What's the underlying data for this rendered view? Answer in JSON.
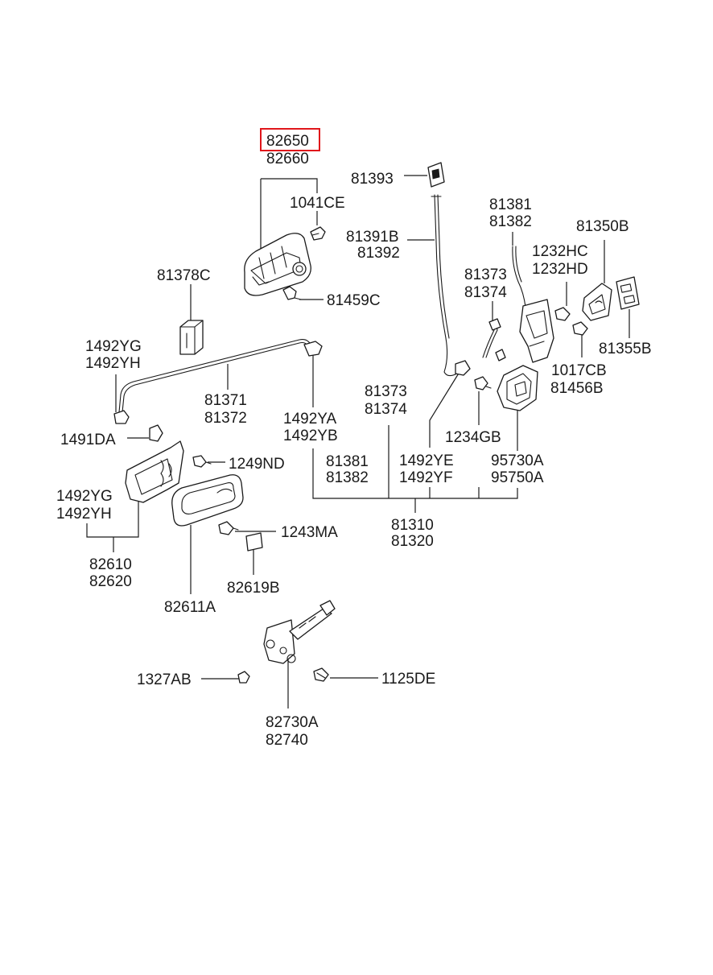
{
  "highlight_color": "#e0161b",
  "labels": {
    "p82650": "82650",
    "p82660": "82660",
    "p1041ce": "1041CE",
    "p81459c": "81459C",
    "p81378c": "81378C",
    "p1492yg_a": "1492YG",
    "p1492yh_a": "1492YH",
    "p81371": "81371",
    "p81372": "81372",
    "p1492ya": "1492YA",
    "p1492yb": "1492YB",
    "p1491da": "1491DA",
    "p1249nd": "1249ND",
    "p1492yg_b": "1492YG",
    "p1492yh_b": "1492YH",
    "p82610": "82610",
    "p82620": "82620",
    "p1243ma": "1243MA",
    "p82619b": "82619B",
    "p82611a": "82611A",
    "p81393": "81393",
    "p81391b": "81391B",
    "p81392": "81392",
    "p81381_a": "81381",
    "p81382_a": "81382",
    "p81350b": "81350B",
    "p1232hc": "1232HC",
    "p1232hd": "1232HD",
    "p81373_a": "81373",
    "p81374_a": "81374",
    "p81355b": "81355B",
    "p1017cb": "1017CB",
    "p81456b": "81456B",
    "p81373_b": "81373",
    "p81374_b": "81374",
    "p1234gb": "1234GB",
    "p81381_b": "81381",
    "p81382_b": "81382",
    "p1492ye": "1492YE",
    "p1492yf": "1492YF",
    "p95730a": "95730A",
    "p95750a": "95750A",
    "p81310": "81310",
    "p81320": "81320",
    "p1327ab": "1327AB",
    "p1125de": "1125DE",
    "p82730a": "82730A",
    "p82740": "82740"
  }
}
